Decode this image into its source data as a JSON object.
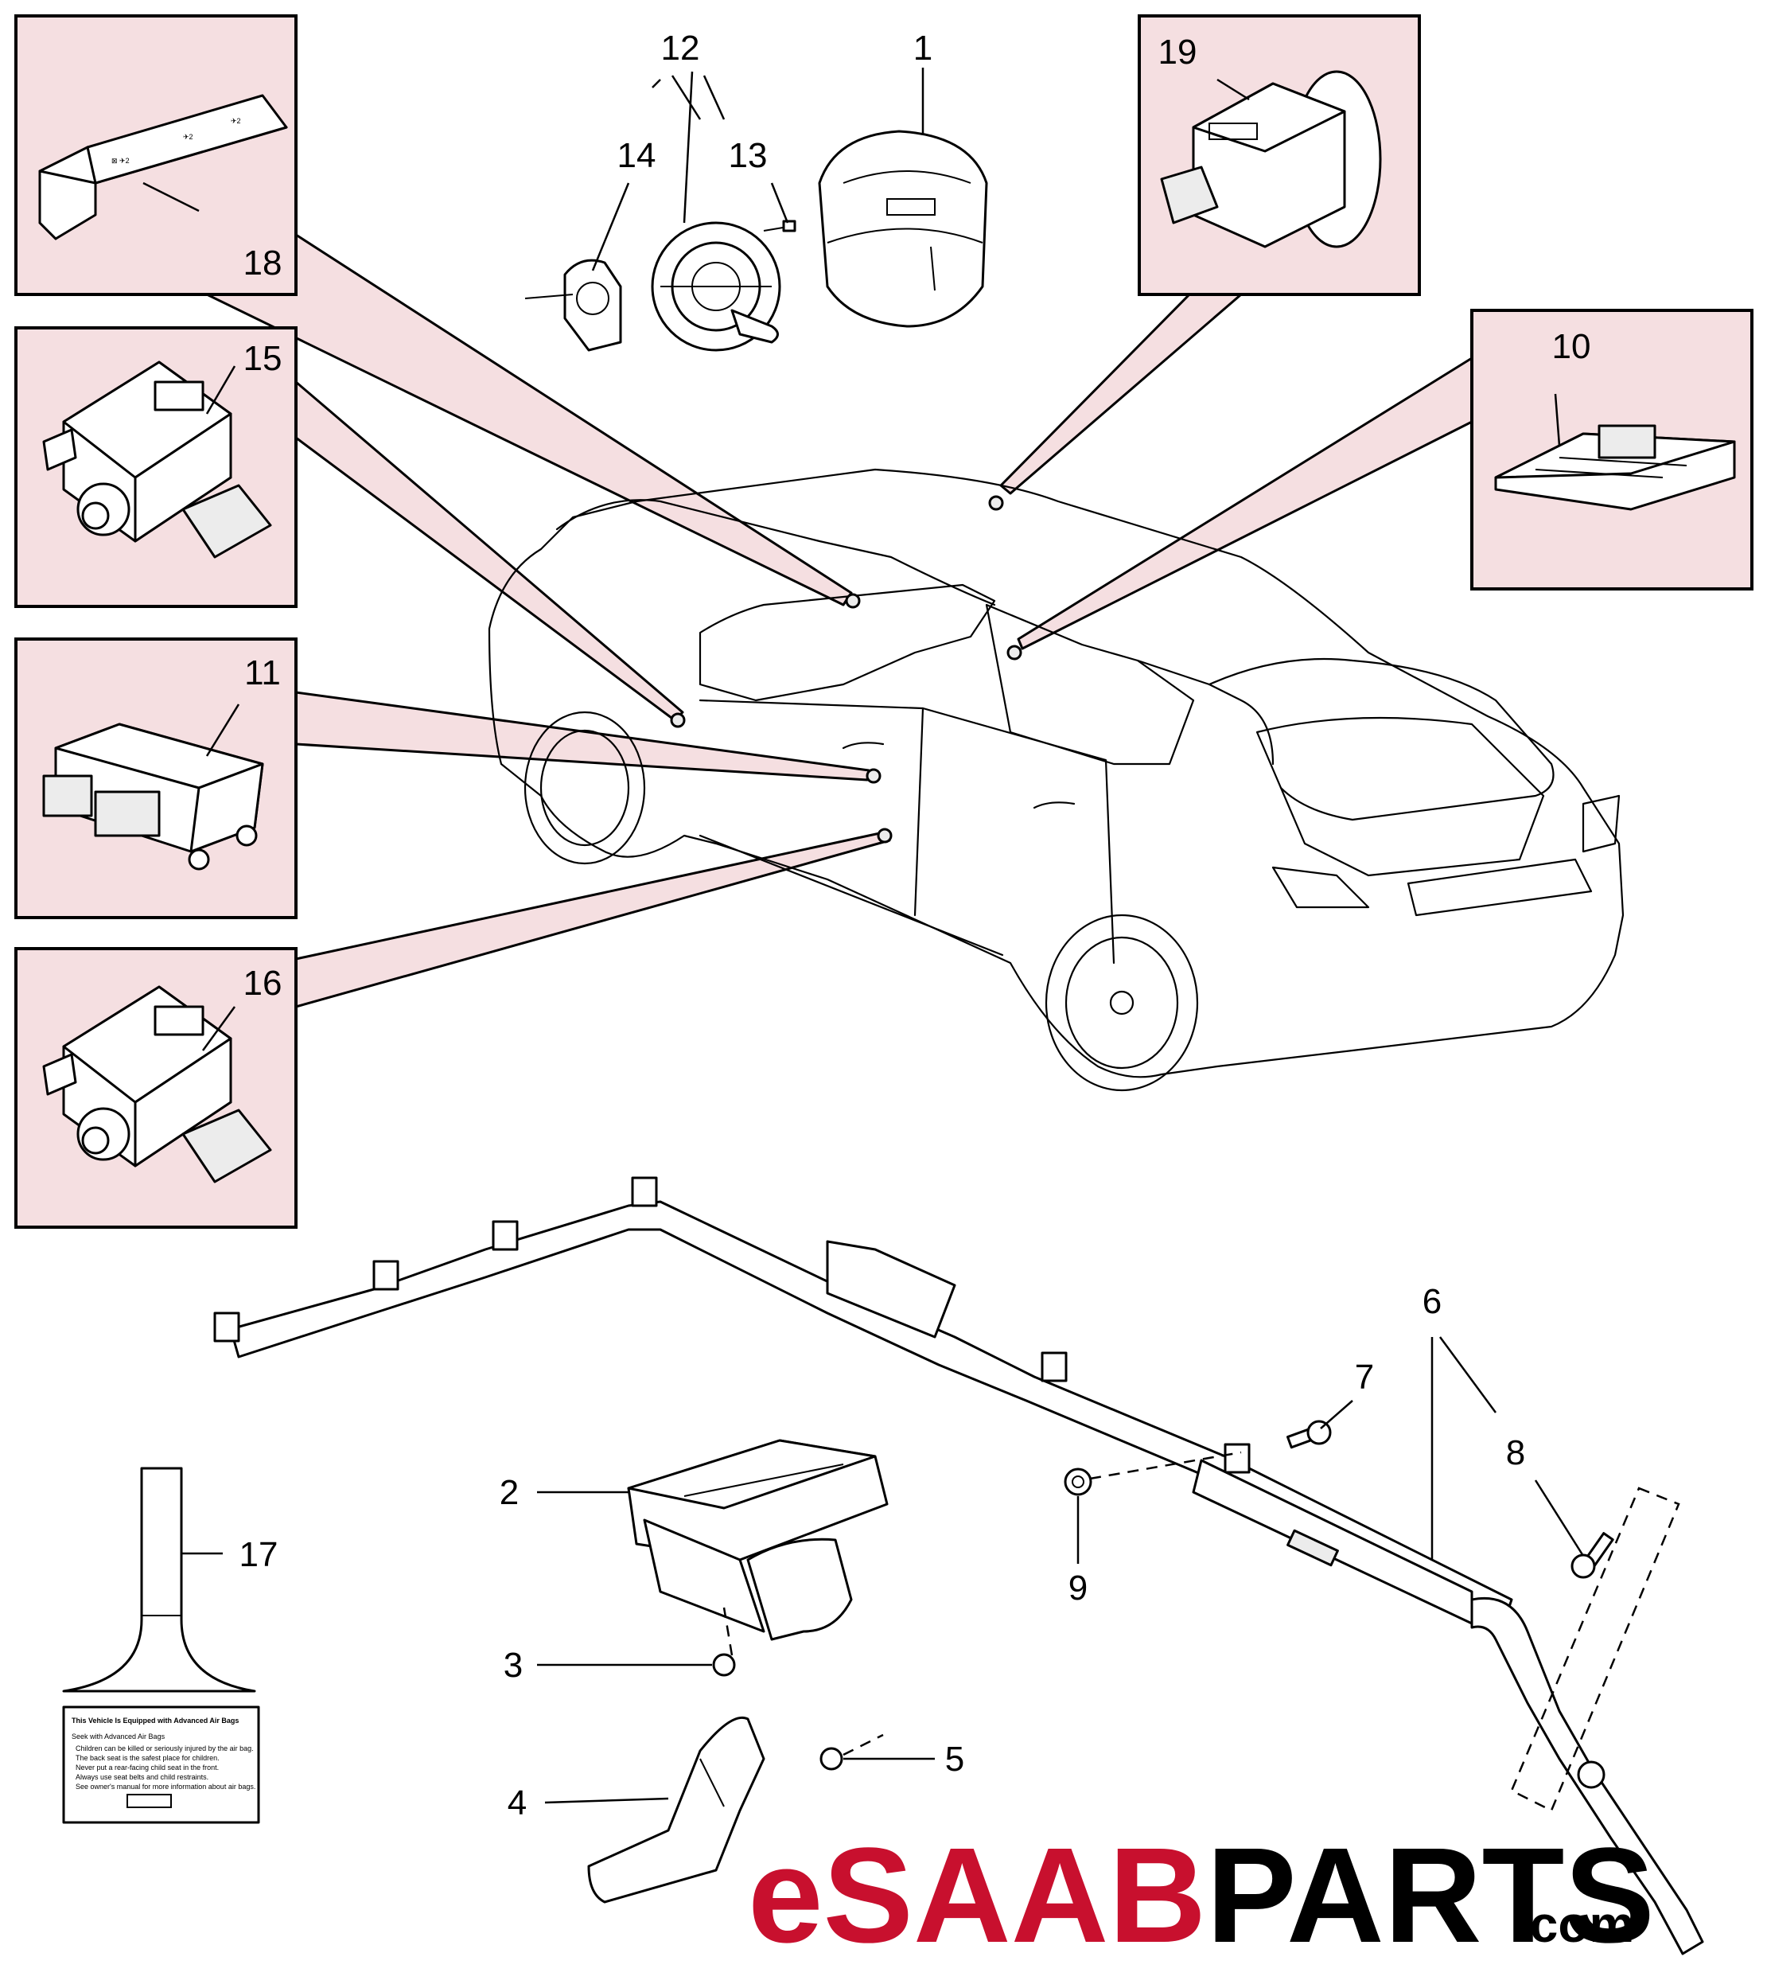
{
  "callouts": [
    "1",
    "2",
    "3",
    "4",
    "5",
    "6",
    "7",
    "8",
    "9",
    "10",
    "11",
    "12",
    "13",
    "14",
    "15",
    "16",
    "17",
    "18",
    "19"
  ],
  "logo": {
    "prefix": "e",
    "brand": "SAAB",
    "suffix": "PARTS",
    "tld": ".com",
    "colors": {
      "red": "#c8102e",
      "black": "#000000"
    }
  },
  "label_17": {
    "heading": "This Vehicle Is Equipped with Advanced Air Bags",
    "intro": "Seek with Advanced Air Bags",
    "lines": [
      "Children can be killed or seriously injured by the air bag.",
      "The back seat is the safest place for children.",
      "Never put a rear-facing child seat in the front.",
      "Always use seat belts and child restraints.",
      "See owner's manual for more information about air bags."
    ]
  },
  "colors": {
    "callout_fill": "#f5dfe1",
    "line": "#000000"
  }
}
